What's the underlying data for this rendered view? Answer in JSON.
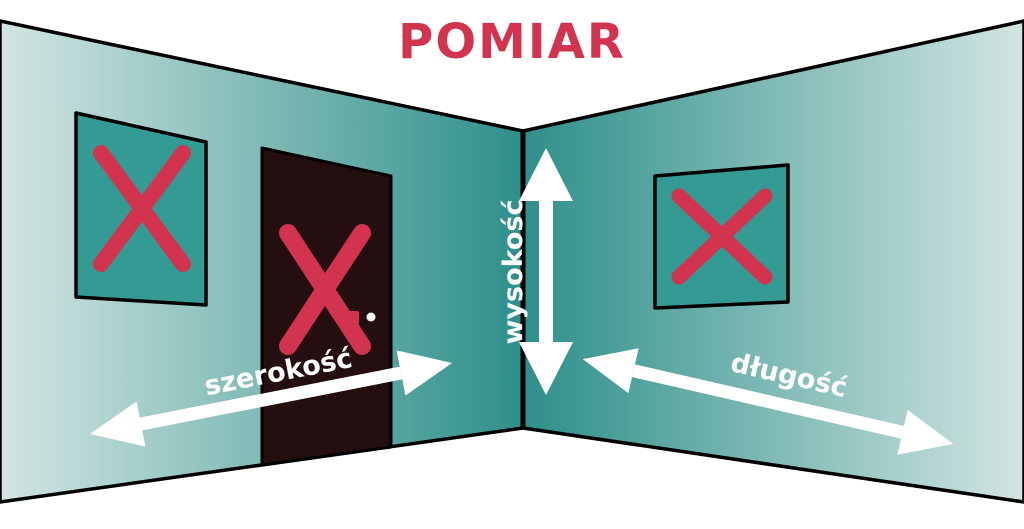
{
  "title": "POMIAR",
  "labels": {
    "width": "szerokość",
    "height": "wysokość",
    "length": "długość"
  },
  "colors": {
    "accent_red": "#d2344f",
    "wall_light": "#d2e5e2",
    "wall_dark": "#2e8f8a",
    "frame_teal": "#339a94",
    "door_dark": "#250e10",
    "arrow_white": "#ffffff",
    "outline": "#000000",
    "background": "#ffffff"
  }
}
